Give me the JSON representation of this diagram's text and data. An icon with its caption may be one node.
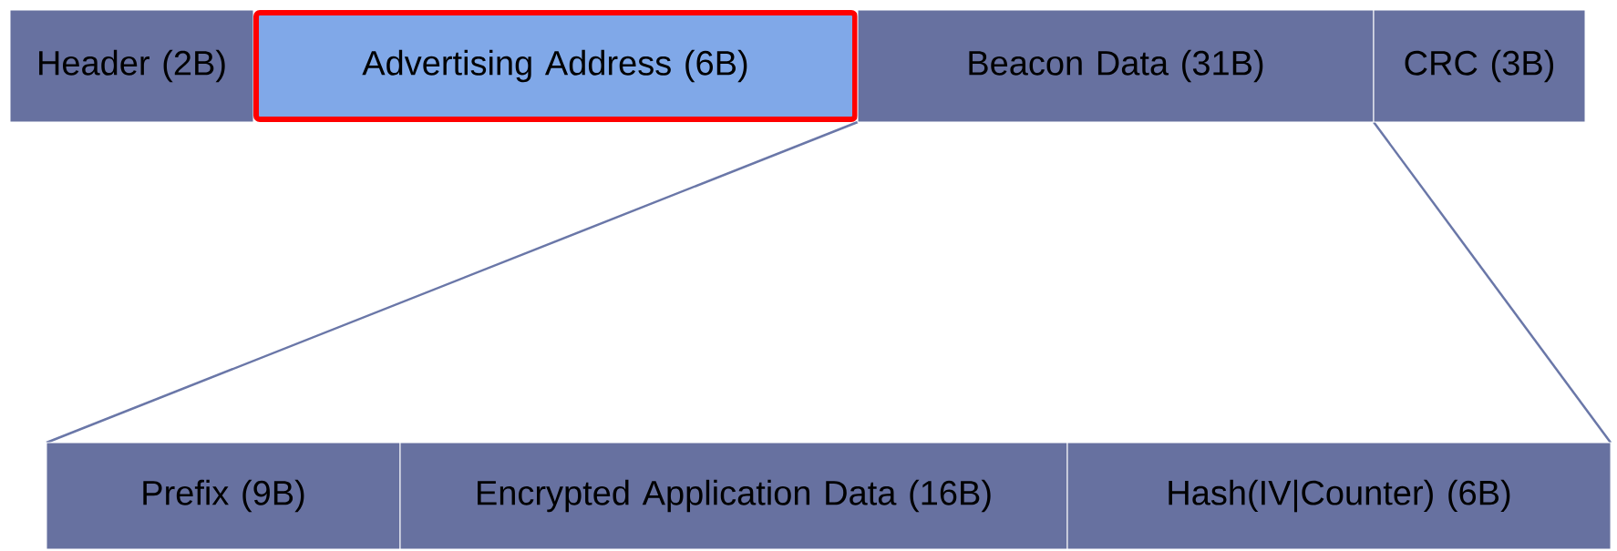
{
  "diagram": {
    "nodes": [
      {
        "text": [
          "Header (2B)"
        ]
      },
      {
        "text": [
          "Advertising Address (6B)"
        ]
      },
      {
        "text": [
          "Beacon Data (31B)"
        ]
      },
      {
        "text": [
          "CRC (3B)"
        ]
      },
      {
        "text": [
          "Prefix (9B)"
        ]
      },
      {
        "text": [
          "Encrypted Application Data (16B)"
        ]
      },
      {
        "text": [
          "Hash(IV|Counter) (6B)"
        ]
      }
    ],
    "edges": [
      {
        "from": 2,
        "to": 4,
        "arrow": "none"
      },
      {
        "from": 2,
        "to": 6,
        "arrow": "none"
      }
    ]
  }
}
